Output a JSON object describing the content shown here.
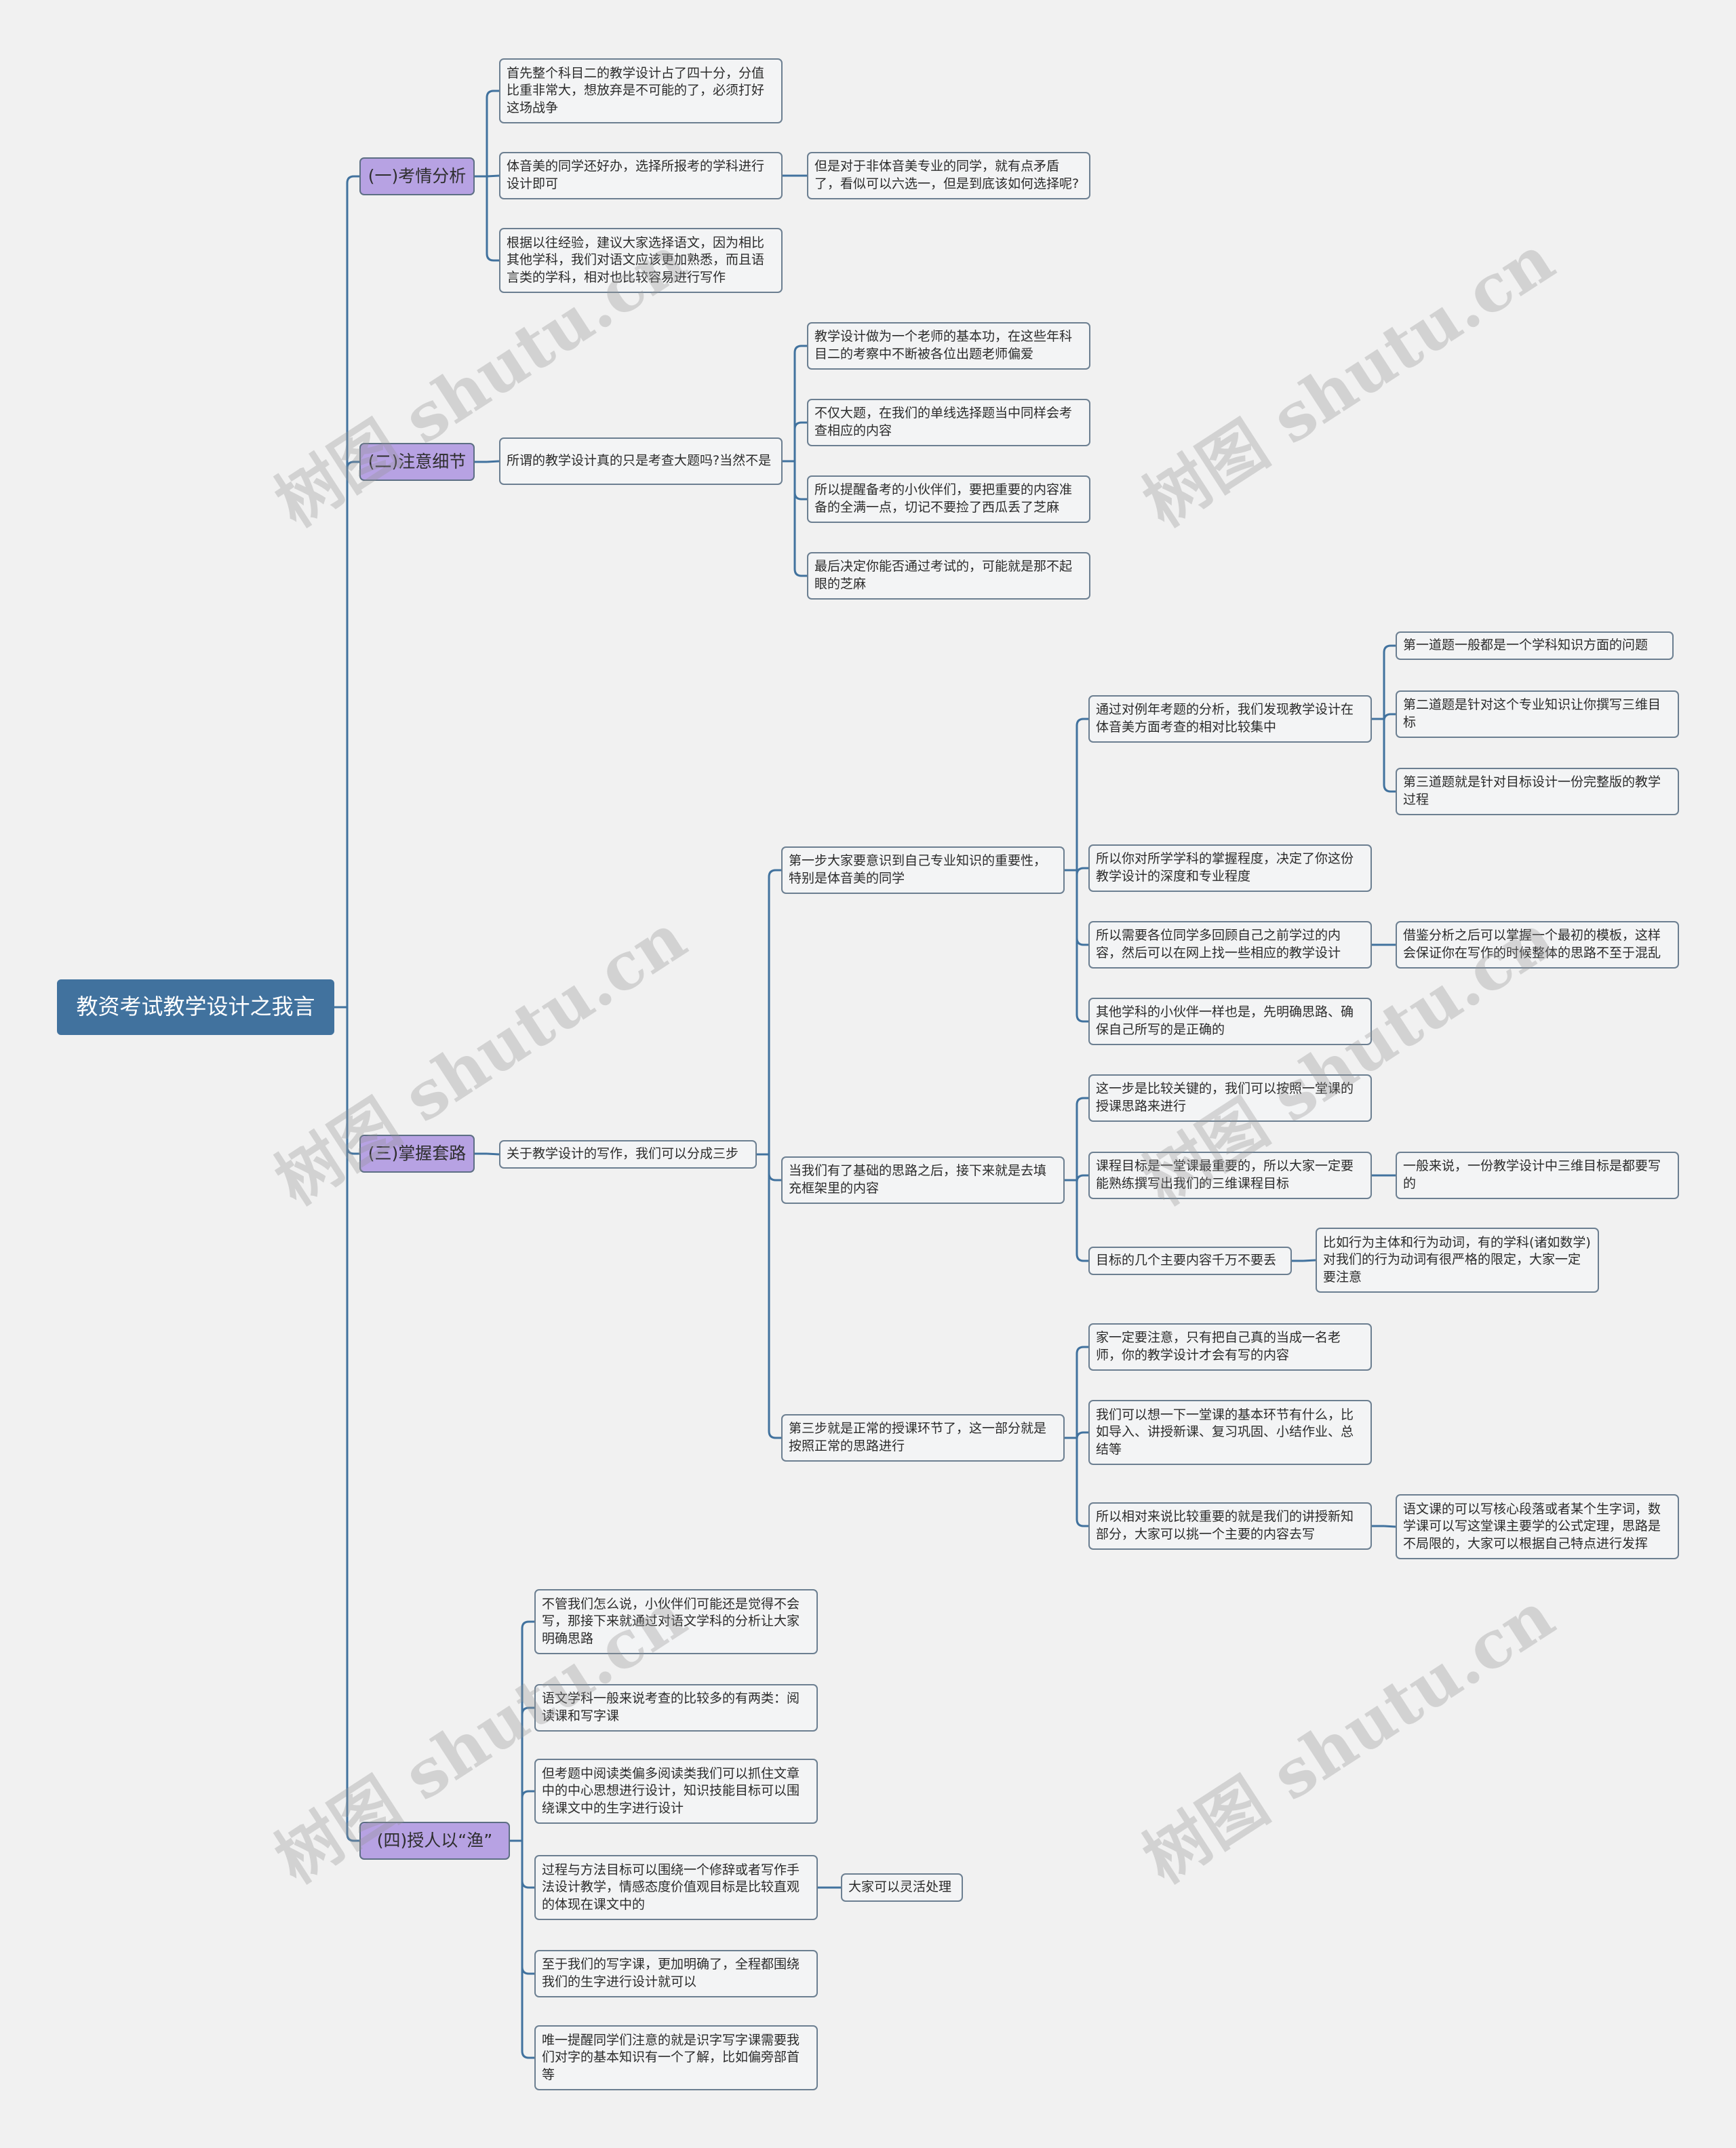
{
  "root": "教资考试教学设计之我言",
  "branch1": {
    "label": "(一)考情分析",
    "c1": "首先整个科目二的教学设计占了四十分，分值比重非常大，想放弃是不可能的了，必须打好这场战争",
    "c2": "体音美的同学还好办，选择所报考的学科进行设计即可",
    "c2a": "但是对于非体音美专业的同学，就有点矛盾了，看似可以六选一，但是到底该如何选择呢?",
    "c3": "根据以往经验，建议大家选择语文，因为相比其他学科，我们对语文应该更加熟悉，而且语言类的学科，相对也比较容易进行写作"
  },
  "branch2": {
    "label": "(二)注意细节",
    "c1": "所谓的教学设计真的只是考查大题吗?当然不是",
    "d1": "教学设计做为一个老师的基本功，在这些年科目二的考察中不断被各位出题老师偏爱",
    "d2": "不仅大题，在我们的单线选择题当中同样会考查相应的内容",
    "d3": "所以提醒备考的小伙伴们，要把重要的内容准备的全满一点，切记不要捡了西瓜丢了芝麻",
    "d4": "最后决定你能否通过考试的，可能就是那不起眼的芝麻"
  },
  "branch3": {
    "label": "(三)掌握套路",
    "c1": "关于教学设计的写作，我们可以分成三步",
    "s1": "第一步大家要意识到自己专业知识的重要性，特别是体音美的同学",
    "s1a": "通过对例年考题的分析，我们发现教学设计在体音美方面考查的相对比较集中",
    "s1a1": "第一道题一般都是一个学科知识方面的问题",
    "s1a2": "第二道题是针对这个专业知识让你撰写三维目标",
    "s1a3": "第三道题就是针对目标设计一份完整版的教学过程",
    "s1b": "所以你对所学学科的掌握程度，决定了你这份教学设计的深度和专业程度",
    "s1c": "所以需要各位同学多回顾自己之前学过的内容，然后可以在网上找一些相应的教学设计",
    "s1c1": "借鉴分析之后可以掌握一个最初的模板，这样会保证你在写作的时候整体的思路不至于混乱",
    "s1d": "其他学科的小伙伴一样也是，先明确思路、确保自己所写的是正确的",
    "s2": "当我们有了基础的思路之后，接下来就是去填充框架里的内容",
    "s2a": "这一步是比较关键的，我们可以按照一堂课的授课思路来进行",
    "s2b": "课程目标是一堂课最重要的，所以大家一定要能熟练撰写出我们的三维课程目标",
    "s2b1": "一般来说，一份教学设计中三维目标是都要写的",
    "s2c": "目标的几个主要内容千万不要丢",
    "s2c1": "比如行为主体和行为动词，有的学科(诸如数学)对我们的行为动词有很严格的限定，大家一定要注意",
    "s3": "第三步就是正常的授课环节了，这一部分就是按照正常的思路进行",
    "s3a": "家一定要注意，只有把自己真的当成一名老师，你的教学设计才会有写的内容",
    "s3b": "我们可以想一下一堂课的基本环节有什么，比如导入、讲授新课、复习巩固、小结作业、总结等",
    "s3c": "所以相对来说比较重要的就是我们的讲授新知部分，大家可以挑一个主要的内容去写",
    "s3c1": "语文课的可以写核心段落或者某个生字词，数学课可以写这堂课主要学的公式定理，思路是不局限的，大家可以根据自己特点进行发挥"
  },
  "branch4": {
    "label": "(四)授人以“渔”",
    "c1": "不管我们怎么说，小伙伴们可能还是觉得不会写，那接下来就通过对语文学科的分析让大家明确思路",
    "c2": "语文学科一般来说考查的比较多的有两类：阅读课和写字课",
    "c3": "但考题中阅读类偏多阅读类我们可以抓住文章中的中心思想进行设计，知识技能目标可以围绕课文中的生字进行设计",
    "c4": "过程与方法目标可以围绕一个修辞或者写作手法设计教学，情感态度价值观目标是比较直观的体现在课文中的",
    "c4a": "大家可以灵活处理",
    "c5": "至于我们的写字课，更加明确了，全程都围绕我们的生字进行设计就可以",
    "c6": "唯一提醒同学们注意的就是识字写字课需要我们对字的基本知识有一个了解，比如偏旁部首等"
  },
  "watermark": "树图 shutu.cn",
  "colors": {
    "background": "#f1f1f1",
    "root": "#41729e",
    "branch": "#b7a2e3",
    "node": "#f3f4f5",
    "line": "#41729e",
    "border": "#6c7f91"
  }
}
